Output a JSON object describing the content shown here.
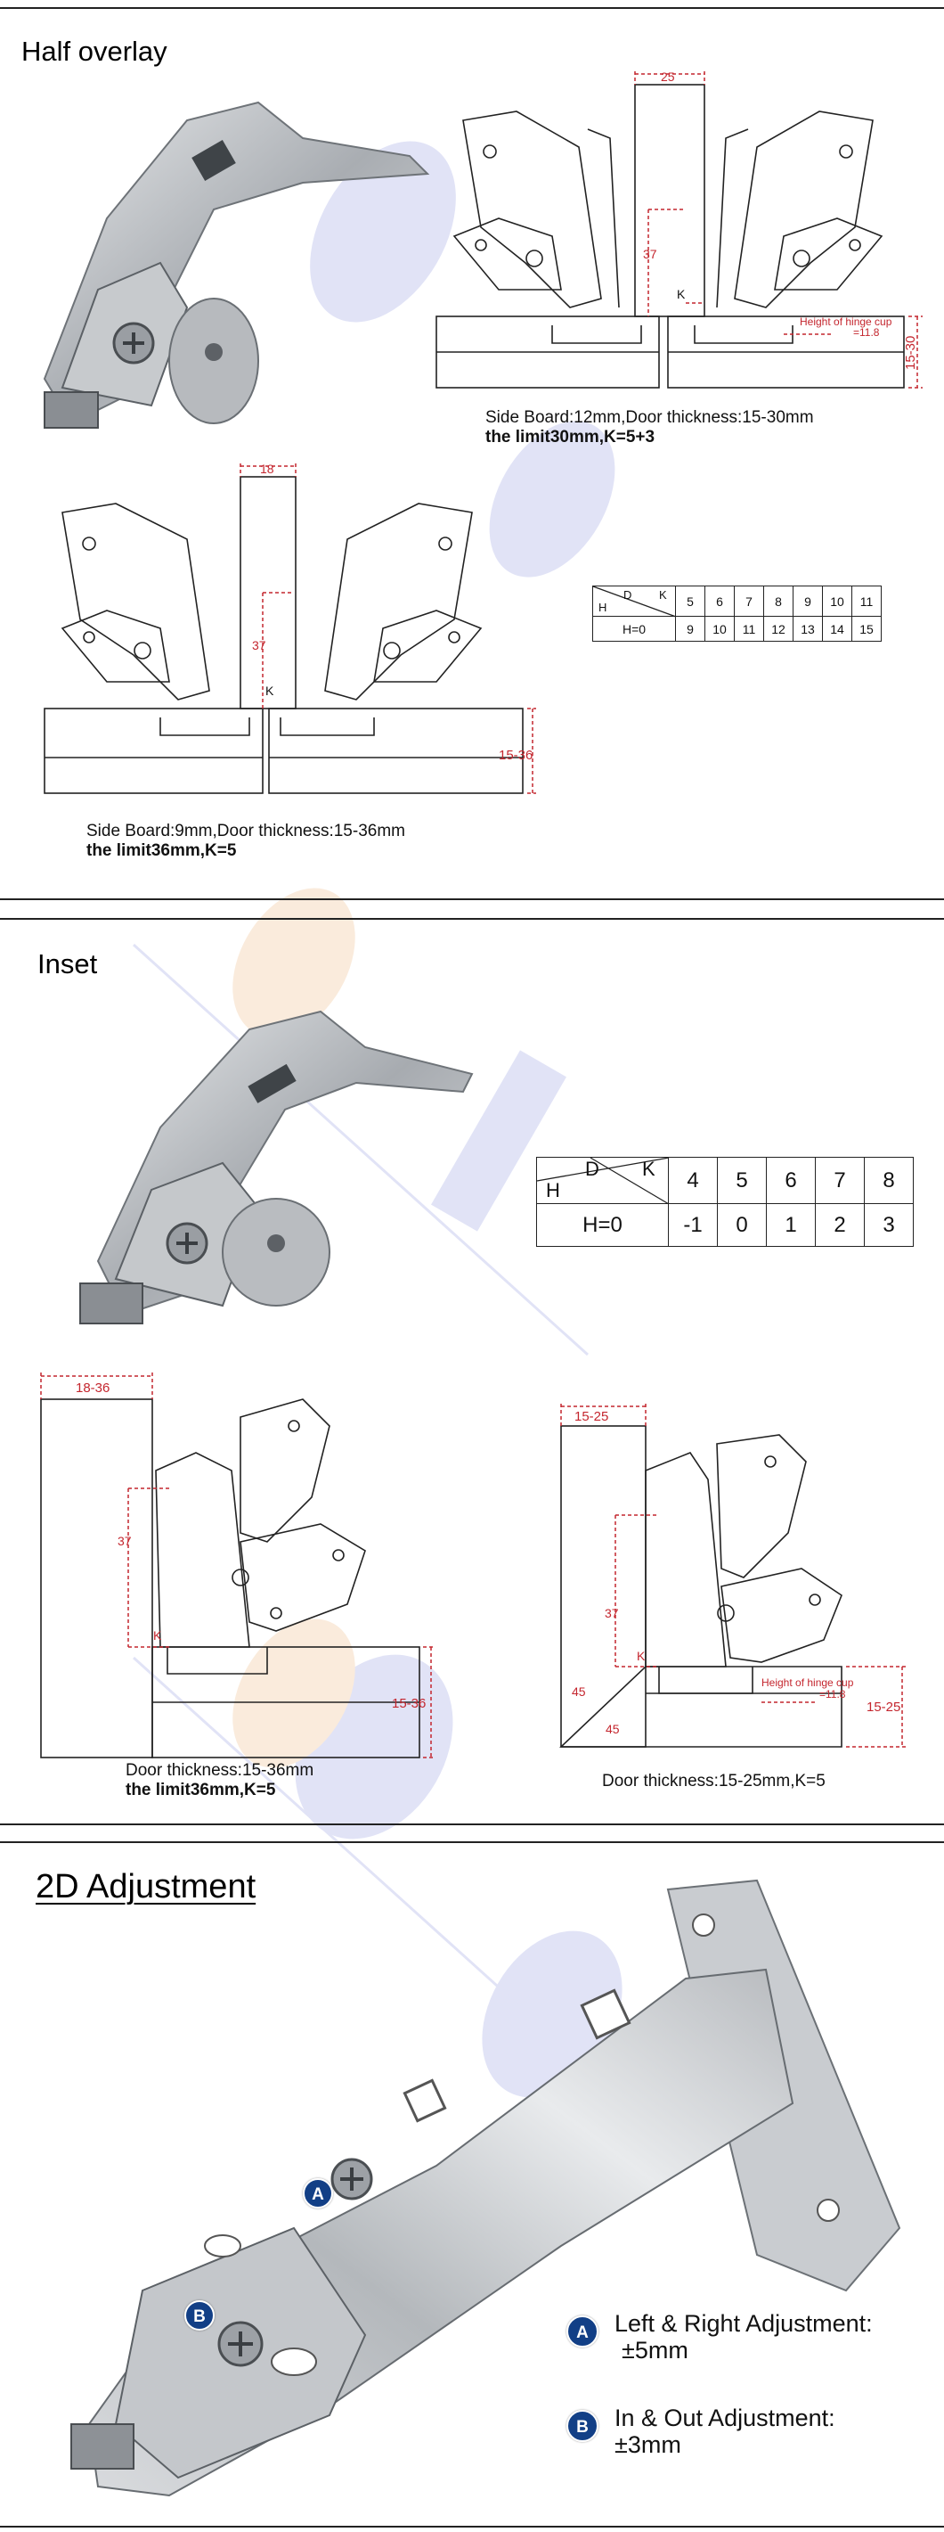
{
  "sections": {
    "half_overlay": {
      "title": "Half overlay",
      "diagram_a": {
        "dims": {
          "top": "25",
          "vertical": "37",
          "k": "K",
          "side": "15-30",
          "cup": "Height of hinge cup",
          "cup_value": "=11.8"
        },
        "caption_line1": "Side Board:12mm,Door thickness:15-30mm",
        "caption_line2": "the limit30mm,K=5+3"
      },
      "diagram_b": {
        "dims": {
          "top": "18",
          "vertical": "37",
          "k": "K",
          "side": "15-36"
        },
        "caption_line1": "Side Board:9mm,Door thickness:15-36mm",
        "caption_line2": "the limit36mm,K=5"
      },
      "table": {
        "corner_d": "D",
        "corner_k": "K",
        "corner_h": "H",
        "header": [
          "5",
          "6",
          "7",
          "8",
          "9",
          "10",
          "11"
        ],
        "row_label": "H=0",
        "row": [
          "9",
          "10",
          "11",
          "12",
          "13",
          "14",
          "15"
        ]
      }
    },
    "inset": {
      "title": "Inset",
      "table": {
        "corner_d": "D",
        "corner_k": "K",
        "corner_h": "H",
        "header": [
          "4",
          "5",
          "6",
          "7",
          "8"
        ],
        "row_label": "H=0",
        "row": [
          "-1",
          "0",
          "1",
          "2",
          "3"
        ]
      },
      "diagram_a": {
        "dims": {
          "top": "18-36",
          "vertical": "37",
          "k": "K",
          "side": "15-36"
        },
        "caption_line1": "Door thickness:15-36mm",
        "caption_line2": "the limit36mm,K=5"
      },
      "diagram_b": {
        "dims": {
          "top": "15-25",
          "vertical": "37",
          "k": "K",
          "side": "15-25",
          "angle1": "45",
          "angle2": "45",
          "cup": "Height of hinge cup",
          "cup_value": "=11.8"
        },
        "caption_line1": "Door thickness:15-25mm,K=5"
      }
    },
    "adjustment": {
      "title": "2D Adjustment",
      "items": [
        {
          "badge": "A",
          "label_line1": "Left & Right Adjustment:",
          "label_line2": "±5mm"
        },
        {
          "badge": "B",
          "label_line1": "In & Out Adjustment:",
          "label_line2": "±3mm"
        }
      ]
    }
  },
  "colors": {
    "dimension": "#c4262e",
    "badge": "#123f86",
    "metal": "#b9bcc0",
    "watermark_blue": "#c9cdf0",
    "watermark_orange": "#f6dcc1"
  }
}
